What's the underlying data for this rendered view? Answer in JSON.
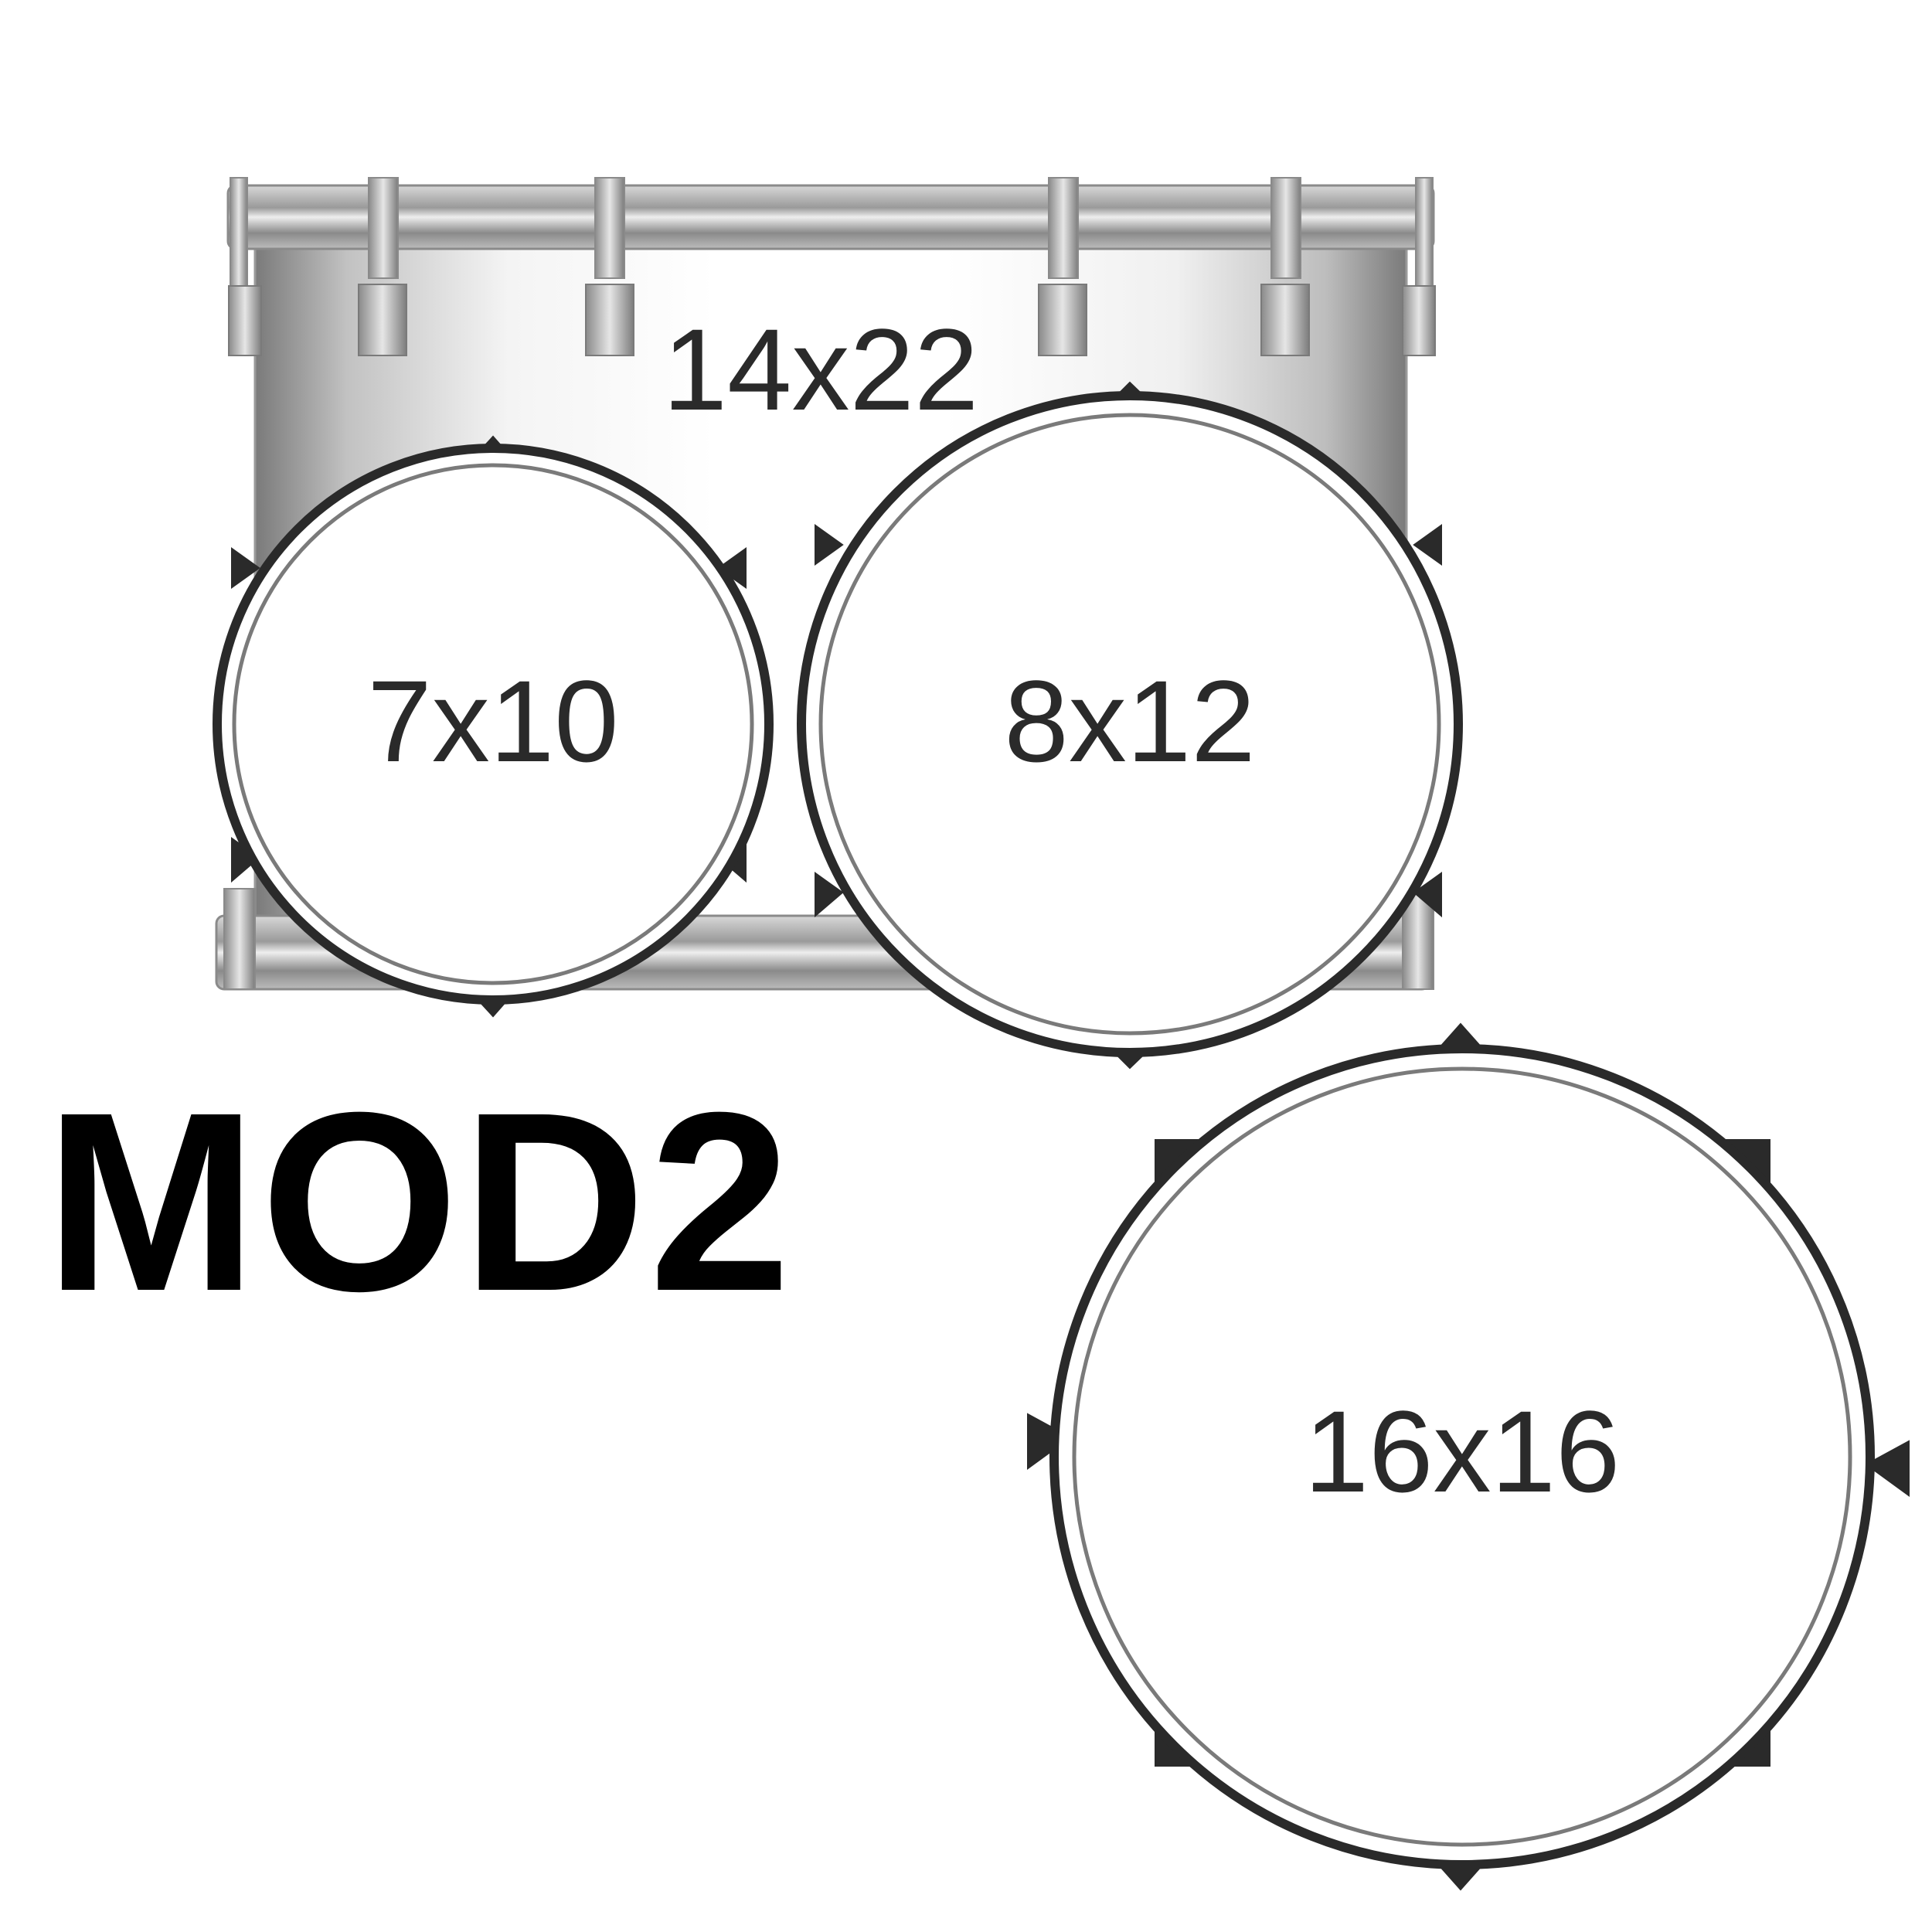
{
  "model": "MOD2",
  "drums": {
    "bass": {
      "label": "14x22"
    },
    "tom_small": {
      "label": "7x10"
    },
    "tom_medium": {
      "label": "8x12"
    },
    "floor_tom": {
      "label": "16x16"
    }
  }
}
